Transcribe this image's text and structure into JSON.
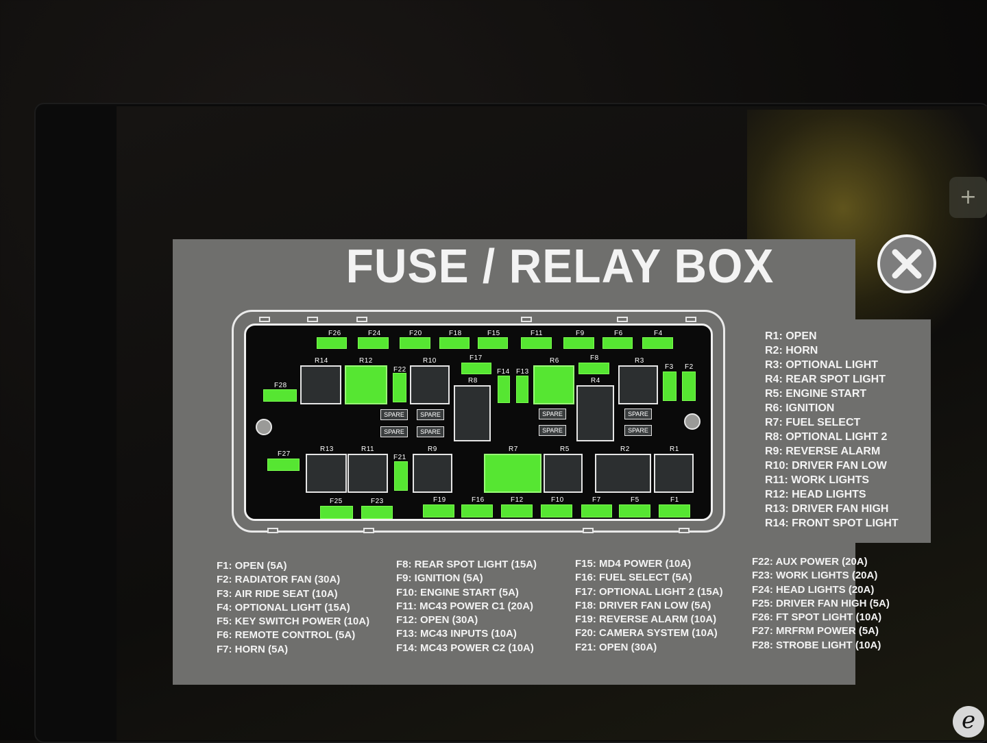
{
  "title": "FUSE / RELAY BOX",
  "close_button": {
    "icon": "close-icon"
  },
  "diagram": {
    "fuses_top": [
      "F26",
      "F24",
      "F20",
      "F18",
      "F15",
      "F11",
      "F9",
      "F6",
      "F4"
    ],
    "fuses_bottom": [
      "F25",
      "F23",
      "F19",
      "F16",
      "F12",
      "F10",
      "F7",
      "F5",
      "F1"
    ],
    "other_fuse_labels": [
      "F28",
      "F27",
      "F22",
      "F17",
      "F14",
      "F13",
      "F8",
      "F3",
      "F2",
      "F21"
    ],
    "relay_labels": [
      "R14",
      "R12",
      "R10",
      "R8",
      "R6",
      "R4",
      "R3",
      "R13",
      "R11",
      "R9",
      "R7",
      "R5",
      "R2",
      "R1"
    ],
    "spare_label": "SPARE",
    "colors": {
      "active": "#56e632",
      "inactive": "#2c2f30",
      "panel": "#6f6f6d"
    }
  },
  "relay_legend": [
    "R1: OPEN",
    "R2: HORN",
    "R3: OPTIONAL LIGHT",
    "R4: REAR SPOT LIGHT",
    "R5: ENGINE START",
    "R6: IGNITION",
    "R7: FUEL SELECT",
    "R8: OPTIONAL LIGHT 2",
    "R9: REVERSE ALARM",
    "R10: DRIVER FAN LOW",
    "R11: WORK LIGHTS",
    "R12: HEAD LIGHTS",
    "R13: DRIVER FAN HIGH",
    "R14: FRONT SPOT LIGHT"
  ],
  "fuse_legend": {
    "col1": [
      "F1: OPEN (5A)",
      "F2: RADIATOR FAN (30A)",
      "F3: AIR RIDE SEAT (10A)",
      "F4: OPTIONAL LIGHT (15A)",
      "F5: KEY SWITCH POWER (10A)",
      "F6: REMOTE CONTROL (5A)",
      "F7: HORN (5A)"
    ],
    "col2": [
      "F8: REAR SPOT LIGHT (15A)",
      "F9: IGNITION (5A)",
      "F10: ENGINE START (5A)",
      "F11: MC43 POWER C1 (20A)",
      "F12: OPEN (30A)",
      "F13: MC43 INPUTS (10A)",
      "F14: MC43 POWER C2 (10A)"
    ],
    "col3": [
      "F15: MD4 POWER (10A)",
      "F16: FUEL SELECT (5A)",
      "F17: OPTIONAL LIGHT 2 (15A)",
      "F18: DRIVER FAN LOW (5A)",
      "F19: REVERSE ALARM (10A)",
      "F20: CAMERA SYSTEM (10A)",
      "F21: OPEN (30A)"
    ],
    "col4": [
      "F22: AUX POWER (20A)",
      "F23: WORK LIGHTS (20A)",
      "F24: HEAD LIGHTS (20A)",
      "F25: DRIVER FAN HIGH (5A)",
      "F26: FT SPOT LIGHT (10A)",
      "F27: MRFRM POWER (5A)",
      "F28: STROBE LIGHT (10A)"
    ]
  },
  "logo_letter": "e"
}
